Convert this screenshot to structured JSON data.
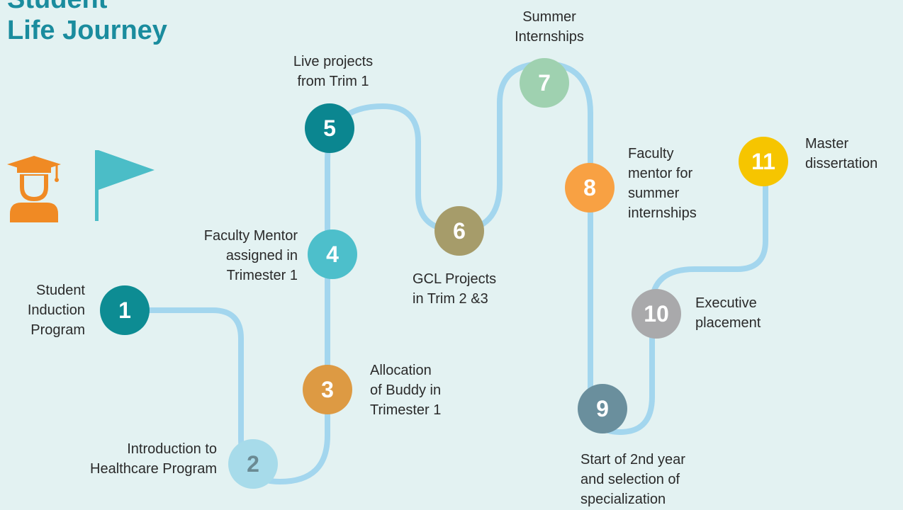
{
  "title": {
    "line1": "Student",
    "line2": "Life Journey"
  },
  "colors": {
    "background": "#e3f2f2",
    "path": "#a3d6ee",
    "title": "#1a8c9e",
    "graduate": "#f08a24",
    "flag": "#4bbdc7"
  },
  "steps": [
    {
      "number": "1",
      "color": "#0d8c93",
      "label": [
        "Student",
        "Induction",
        "Program"
      ]
    },
    {
      "number": "2",
      "color": "#a7dbea",
      "label": [
        "Introduction to",
        "Healthcare Program"
      ]
    },
    {
      "number": "3",
      "color": "#dd9a43",
      "label": [
        "Allocation",
        "of Buddy in",
        "Trimester 1"
      ]
    },
    {
      "number": "4",
      "color": "#4dbfcb",
      "label": [
        "Faculty Mentor",
        "assigned in",
        "Trimester 1"
      ]
    },
    {
      "number": "5",
      "color": "#0b8690",
      "label": [
        "Live projects",
        "from Trim 1"
      ]
    },
    {
      "number": "6",
      "color": "#a69c6a",
      "label": [
        "GCL Projects",
        "in Trim 2 &3"
      ]
    },
    {
      "number": "7",
      "color": "#9fd1b0",
      "label": [
        "Summer",
        "Internships"
      ]
    },
    {
      "number": "8",
      "color": "#f8a143",
      "label": [
        "Faculty",
        "mentor for",
        "summer",
        "internships"
      ]
    },
    {
      "number": "9",
      "color": "#6a8f9d",
      "label": [
        "Start of 2nd year",
        "and selection of",
        "specialization"
      ]
    },
    {
      "number": "10",
      "color": "#a9a9ab",
      "label": [
        "Executive",
        "placement"
      ]
    },
    {
      "number": "11",
      "color": "#f6c500",
      "label": [
        "Master",
        "dissertation"
      ]
    }
  ],
  "icons": {
    "graduate": "graduate-icon",
    "flag": "flag-icon"
  }
}
